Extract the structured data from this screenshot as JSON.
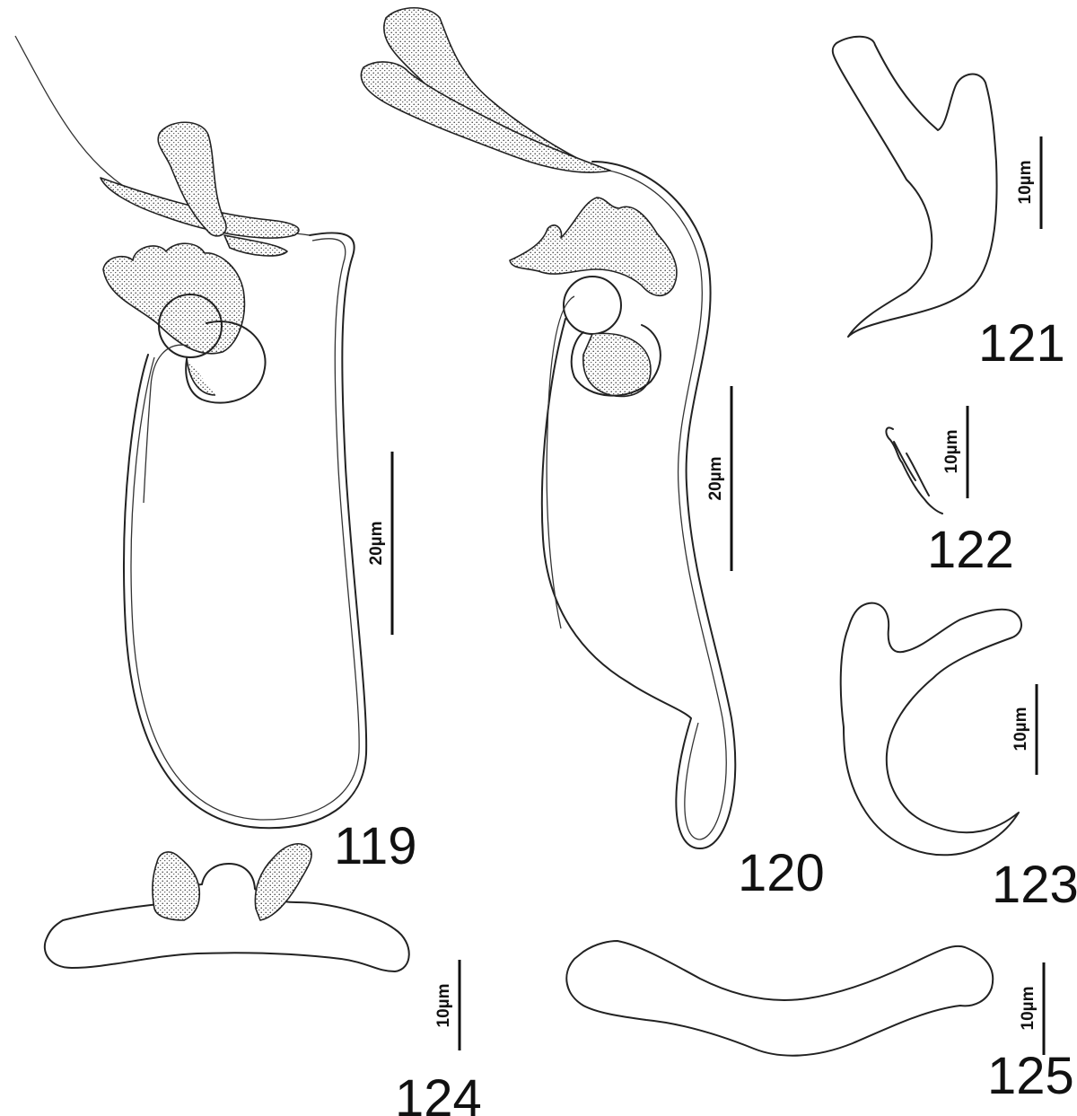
{
  "figures": [
    {
      "id": "119",
      "label": "119",
      "scale": "20µm",
      "structure": "male copulatory organ with accessory piece"
    },
    {
      "id": "120",
      "label": "120",
      "scale": "20µm",
      "structure": "male copulatory organ with accessory piece"
    },
    {
      "id": "121",
      "label": "121",
      "scale": "10µm",
      "structure": "anchor"
    },
    {
      "id": "122",
      "label": "122",
      "scale": "10µm",
      "structure": "hook"
    },
    {
      "id": "123",
      "label": "123",
      "scale": "10µm",
      "structure": "anchor"
    },
    {
      "id": "124",
      "label": "124",
      "scale": "10µm",
      "structure": "ventral bar"
    },
    {
      "id": "125",
      "label": "125",
      "scale": "10µm",
      "structure": "dorsal bar"
    }
  ],
  "colors": {
    "ink": "#111111",
    "background": "#ffffff"
  }
}
